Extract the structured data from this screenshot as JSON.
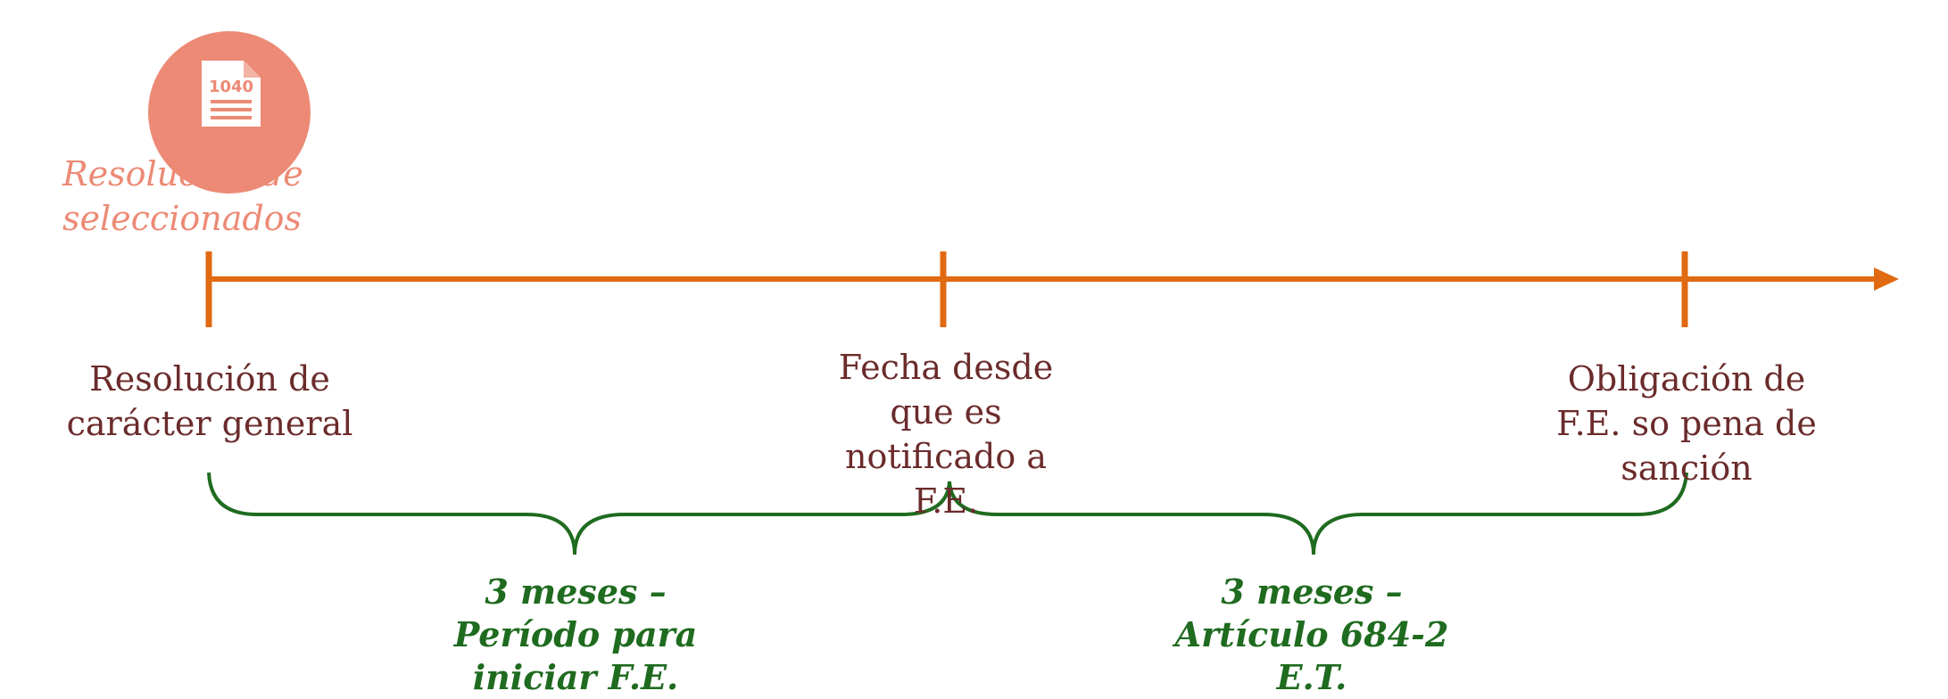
{
  "icon": {
    "name": "tax-form-document-icon",
    "doc_number": "1040",
    "color": "#ec8a75"
  },
  "title": {
    "line1": "Resolución de",
    "line2": "seleccionados",
    "color": "#ec8a75"
  },
  "timeline": {
    "axis_color": "#e06a12",
    "points": [
      {
        "label_line1": "Resolución de",
        "label_line2": "carácter general"
      },
      {
        "label_line1": "Fecha desde",
        "label_line2": "que es",
        "label_line3": "notificado a",
        "label_line4": "F.E."
      },
      {
        "label_line1": "Obligación de",
        "label_line2": "F.E. so pena de",
        "label_line3": "sanción"
      }
    ]
  },
  "brackets": {
    "color": "#1f6b1f",
    "left": {
      "line1": "3 meses –",
      "line2": "Período para",
      "line3": "iniciar F.E."
    },
    "right": {
      "line1": "3 meses –",
      "line2": "Artículo 684-2",
      "line3": "E.T."
    }
  }
}
